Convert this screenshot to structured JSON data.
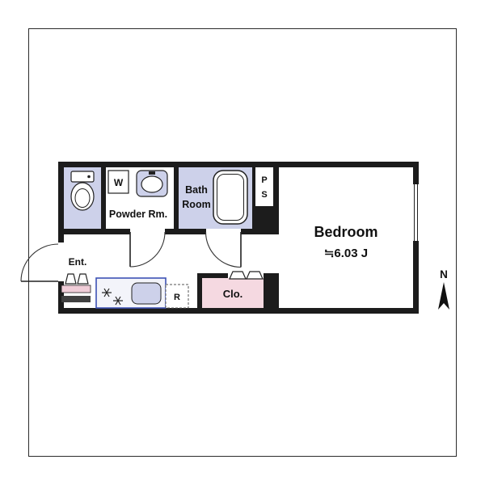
{
  "floorplan": {
    "rooms": {
      "bedroom": {
        "label": "Bedroom",
        "size": "≒6.03 J"
      },
      "bath": {
        "label_line1": "Bath",
        "label_line2": "Room"
      },
      "powder": {
        "label": "Powder Rm."
      },
      "entrance": {
        "label": "Ent."
      },
      "closet": {
        "label": "Clo."
      },
      "pipe_space": {
        "label_line1": "P",
        "label_line2": "S"
      }
    },
    "fixtures": {
      "washer_label": "W",
      "refrigerator_label": "R"
    },
    "compass": {
      "north_label": "N"
    },
    "colors": {
      "wall": "#1c1c1c",
      "water_floor": "#cdd1ea",
      "closet_floor": "#f5d9e1",
      "step_color": "#f0cdd8",
      "kitchen_outline": "#3d52b5",
      "background": "#ffffff"
    }
  }
}
